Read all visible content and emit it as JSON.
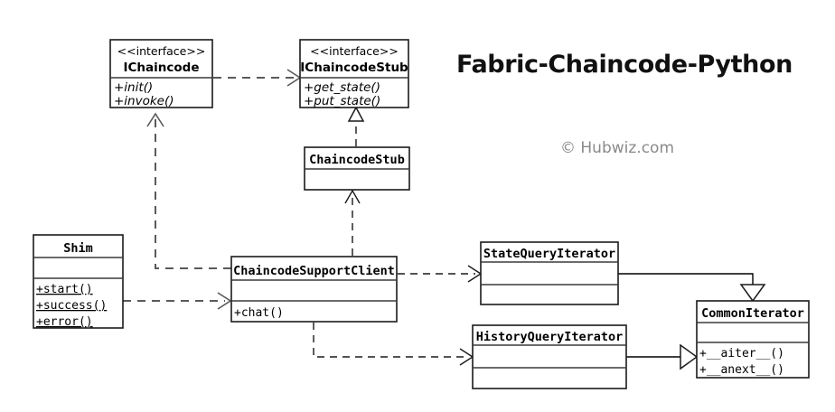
{
  "header": {
    "title": "Fabric-Chaincode-Python",
    "credit": "© Hubwiz.com",
    "title_color": "#111111",
    "credit_color": "#8a8a8a"
  },
  "diagram": {
    "type": "uml-class-diagram",
    "background": "#ffffff",
    "line_color": "#1a1a1a",
    "dashed_color": "#5a5a5a"
  },
  "classes": {
    "ichaincode": {
      "stereotype": "<<interface>>",
      "name": "IChaincode",
      "methods": [
        "+init()",
        "+invoke()"
      ]
    },
    "ichaincodestub": {
      "stereotype": "<<interface>>",
      "name": "IChaincodeStub",
      "methods": [
        "+get_state()",
        "+put_state()"
      ]
    },
    "chaincodestub": {
      "name": "ChaincodeStub",
      "methods": []
    },
    "shim": {
      "name": "Shim",
      "attributes": [],
      "methods": [
        "+start()",
        "+success()",
        "+error()"
      ]
    },
    "chaincodesupportclient": {
      "name": "ChaincodeSupportClient",
      "attributes": [],
      "methods": [
        "+chat()"
      ]
    },
    "statequeryiterator": {
      "name": "StateQueryIterator",
      "attributes": [],
      "methods": []
    },
    "historyqueryiterator": {
      "name": "HistoryQueryIterator",
      "attributes": [],
      "methods": []
    },
    "commoniterator": {
      "name": "CommonIterator",
      "attributes": [],
      "methods": [
        "+__aiter__()",
        "+__anext__()"
      ]
    }
  },
  "relationships": [
    {
      "from": "IChaincode",
      "to": "IChaincodeStub",
      "kind": "dependency",
      "style": "dashed-open-arrow"
    },
    {
      "from": "ChaincodeStub",
      "to": "IChaincodeStub",
      "kind": "realization",
      "style": "dashed-hollow-triangle"
    },
    {
      "from": "ChaincodeSupportClient",
      "to": "ChaincodeStub",
      "kind": "dependency",
      "style": "dashed-open-arrow"
    },
    {
      "from": "ChaincodeSupportClient",
      "to": "IChaincode",
      "kind": "dependency",
      "style": "dashed-open-arrow"
    },
    {
      "from": "Shim",
      "to": "ChaincodeSupportClient",
      "kind": "dependency",
      "style": "dashed-open-arrow"
    },
    {
      "from": "ChaincodeSupportClient",
      "to": "StateQueryIterator",
      "kind": "dependency",
      "style": "dashed-open-arrow"
    },
    {
      "from": "ChaincodeSupportClient",
      "to": "HistoryQueryIterator",
      "kind": "dependency",
      "style": "dashed-open-arrow"
    },
    {
      "from": "StateQueryIterator",
      "to": "CommonIterator",
      "kind": "inheritance",
      "style": "solid-hollow-triangle"
    },
    {
      "from": "HistoryQueryIterator",
      "to": "CommonIterator",
      "kind": "inheritance",
      "style": "solid-hollow-triangle"
    }
  ]
}
